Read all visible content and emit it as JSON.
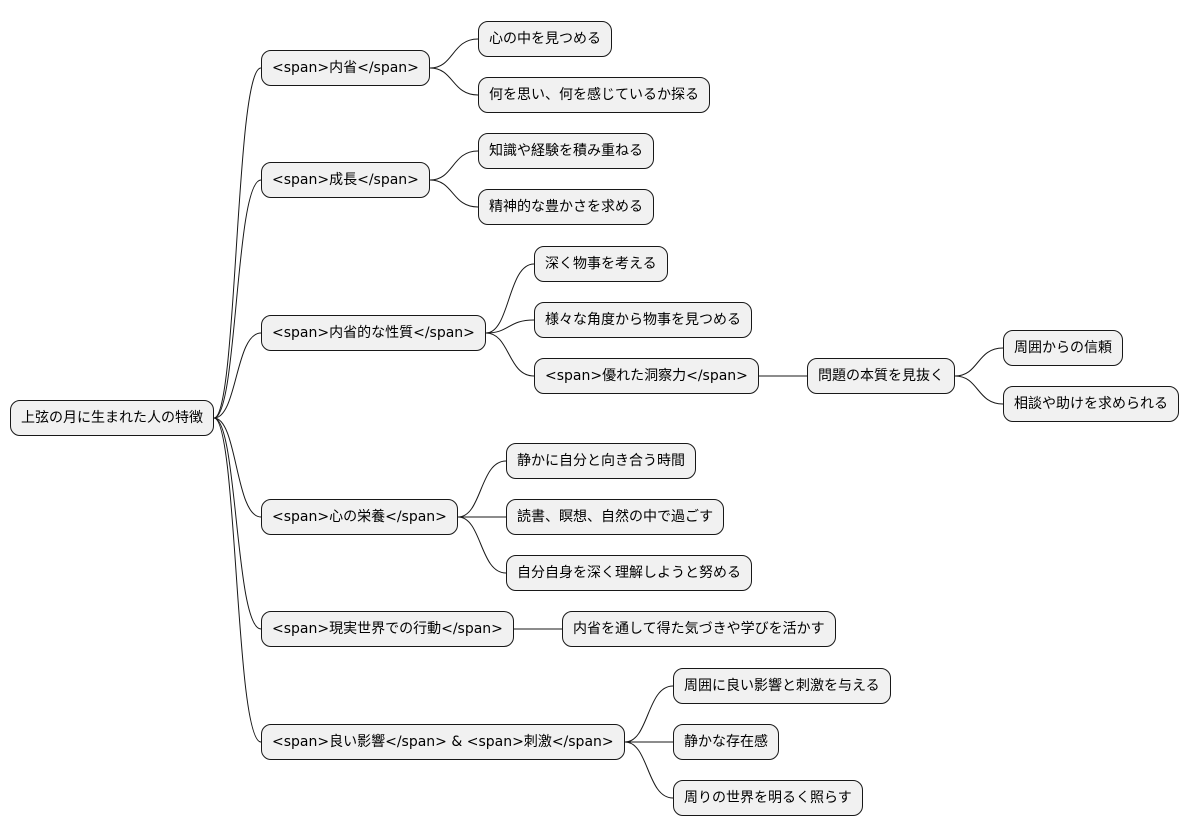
{
  "mindmap": {
    "root": {
      "label": "上弦の月に生まれた人の特徴",
      "children": [
        {
          "label": "<span>内省</span>",
          "children": [
            {
              "label": "心の中を見つめる"
            },
            {
              "label": "何を思い、何を感じているか探る"
            }
          ]
        },
        {
          "label": "<span>成長</span>",
          "children": [
            {
              "label": "知識や経験を積み重ねる"
            },
            {
              "label": "精神的な豊かさを求める"
            }
          ]
        },
        {
          "label": "<span>内省的な性質</span>",
          "children": [
            {
              "label": "深く物事を考える"
            },
            {
              "label": "様々な角度から物事を見つめる"
            },
            {
              "label": "<span>優れた洞察力</span>",
              "children": [
                {
                  "label": "問題の本質を見抜く",
                  "children": [
                    {
                      "label": "周囲からの信頼"
                    },
                    {
                      "label": "相談や助けを求められる"
                    }
                  ]
                }
              ]
            }
          ]
        },
        {
          "label": "<span>心の栄養</span>",
          "children": [
            {
              "label": "静かに自分と向き合う時間"
            },
            {
              "label": "読書、瞑想、自然の中で過ごす"
            },
            {
              "label": "自分自身を深く理解しようと努める"
            }
          ]
        },
        {
          "label": "<span>現実世界での行動</span>",
          "children": [
            {
              "label": "内省を通して得た気づきや学びを活かす"
            }
          ]
        },
        {
          "label": "<span>良い影響</span> & <span>刺激</span>",
          "children": [
            {
              "label": "周囲に良い影響と刺激を与える"
            },
            {
              "label": "静かな存在感"
            },
            {
              "label": "周りの世界を明るく照らす"
            }
          ]
        }
      ]
    }
  }
}
